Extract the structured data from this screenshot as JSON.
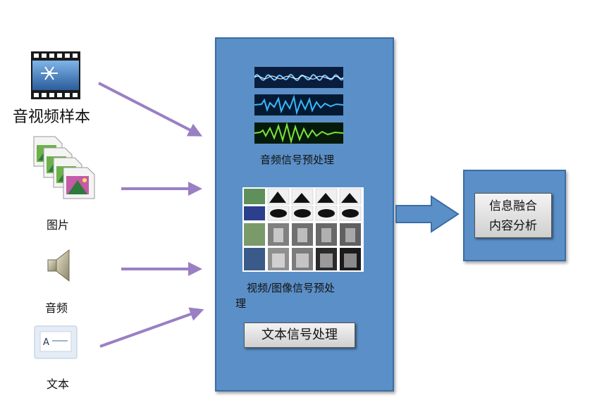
{
  "sources": {
    "av_sample": "音视频样本",
    "image": "图片",
    "audio": "音频",
    "text": "文本"
  },
  "processing": {
    "audio_preprocess": "音频信号预处理",
    "video_preprocess_line1": "视频/图像信号预处",
    "video_preprocess_line2": "理",
    "text_process": "文本信号处理"
  },
  "output": {
    "line1": "信息融合",
    "line2": "内容分析"
  },
  "icons": [
    "film-strip-icon",
    "image-files-icon",
    "speaker-icon",
    "text-document-icon"
  ],
  "colors": {
    "box_fill": "#5b8fc7",
    "box_border": "#3a6ea5",
    "source_arrow": "#9a7fc4",
    "output_arrow": "#5b8fc7"
  }
}
